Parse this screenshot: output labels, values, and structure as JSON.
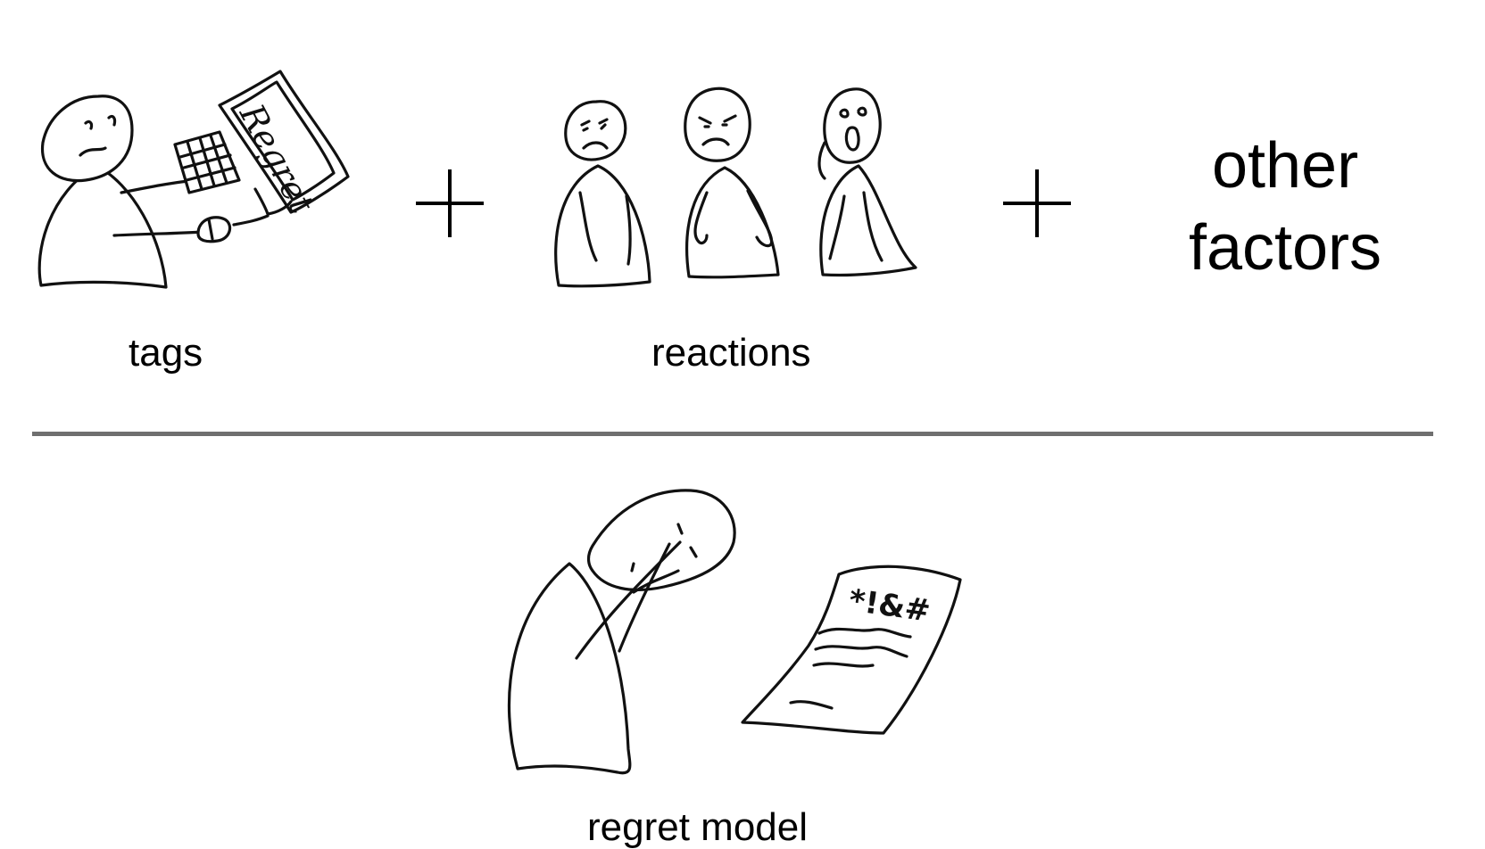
{
  "top_row": {
    "tags": {
      "label": "tags",
      "screen_text": "Regret",
      "icon": "person-at-computer-icon"
    },
    "reactions": {
      "label": "reactions",
      "icon": "three-reacting-people-icon"
    },
    "plus_symbol": "+",
    "other_factors": {
      "line1": "other",
      "line2": "factors"
    }
  },
  "bottom_row": {
    "label": "regret model",
    "paper_text": "*!&#",
    "icon": "regretful-person-with-paper-icon"
  },
  "colors": {
    "ink": "#111111",
    "divider": "#6f6f6f",
    "background": "#ffffff"
  }
}
